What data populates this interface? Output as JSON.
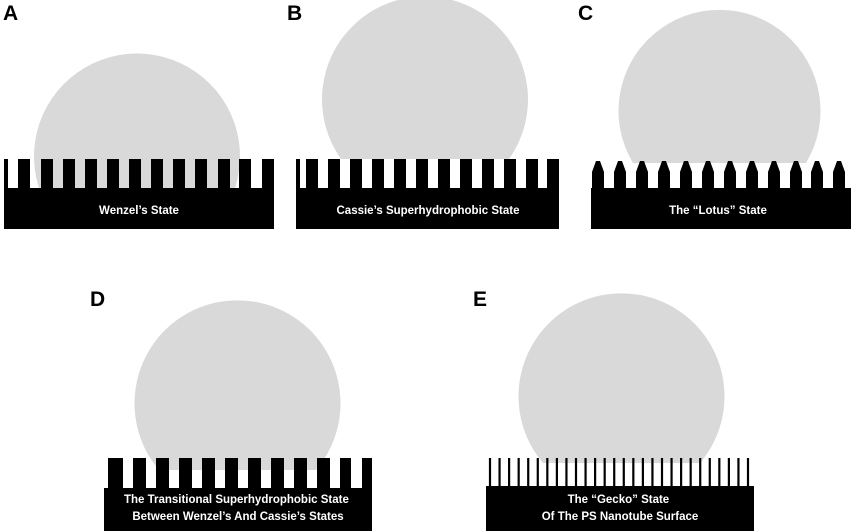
{
  "colors": {
    "droplet": "#d9d9d9",
    "surface": "#000000",
    "caption_text": "#ffffff",
    "background": "#ffffff"
  },
  "panels": [
    {
      "letter": "A",
      "state": "wenzel",
      "pillar_shape": "rectangular",
      "caption_lines": [
        "Wenzel’s  State"
      ]
    },
    {
      "letter": "B",
      "state": "cassie",
      "pillar_shape": "rectangular",
      "caption_lines": [
        "Cassie’s Superhydrophobic State"
      ]
    },
    {
      "letter": "C",
      "state": "lotus",
      "pillar_shape": "tapered",
      "caption_lines": [
        "The “Lotus” State"
      ]
    },
    {
      "letter": "D",
      "state": "transitional",
      "pillar_shape": "rectangular",
      "caption_lines": [
        "The Transitional Superhydrophobic State",
        "Between Wenzel’s And Cassie’s States"
      ]
    },
    {
      "letter": "E",
      "state": "gecko",
      "pillar_shape": "nanotube",
      "caption_lines": [
        "The “Gecko” State",
        "Of  The PS Nanotube Surface"
      ]
    }
  ]
}
